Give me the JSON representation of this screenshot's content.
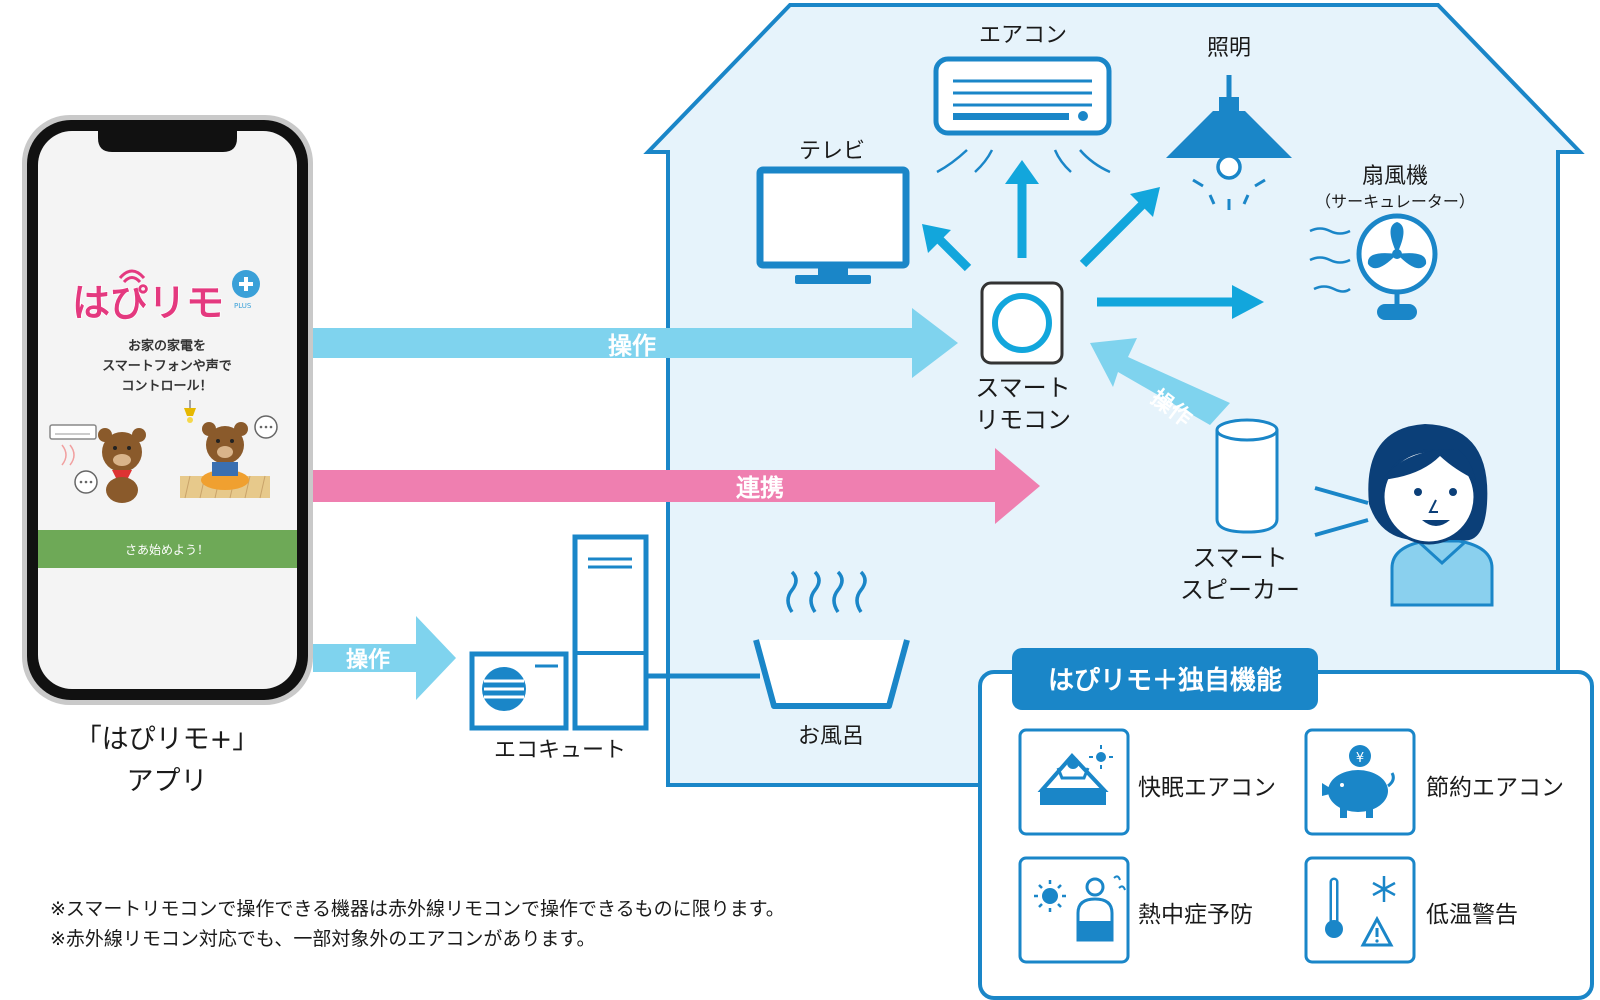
{
  "app": {
    "logo_main": "はぴリモ",
    "logo_plus_tag": "PLUS",
    "tagline": [
      "お家の家電を",
      "スマートフォンや声で",
      "コントロール！"
    ],
    "start_button": "さあ始めよう！",
    "caption_line1": "「はぴリモ+」",
    "caption_line2": "アプリ"
  },
  "arrows": {
    "operate_top": "操作",
    "link": "連携",
    "operate_bottom": "操作",
    "operate_speaker": "操作"
  },
  "devices": {
    "aircon": "エアコン",
    "light": "照明",
    "tv": "テレビ",
    "fan": "扇風機",
    "fan_sub": "（サーキュレーター）",
    "remote_line1": "スマート",
    "remote_line2": "リモコン",
    "speaker_line1": "スマート",
    "speaker_line2": "スピーカー",
    "ecocute": "エコキュート",
    "bath": "お風呂"
  },
  "features": {
    "title": "はぴリモ＋独自機能",
    "items": [
      {
        "label": "快眠エアコン",
        "icon": "sleep-icon"
      },
      {
        "label": "節約エアコン",
        "icon": "piggy-bank-icon"
      },
      {
        "label": "熱中症予防",
        "icon": "heatstroke-icon"
      },
      {
        "label": "低温警告",
        "icon": "low-temp-warning-icon"
      }
    ]
  },
  "notes": [
    "※スマートリモコンで操作できる機器は赤外線リモコンで操作できるものに限ります。",
    "※赤外線リモコン対応でも、一部対象外のエアコンがあります。"
  ],
  "colors": {
    "blue": "#1a86c8",
    "house_fill": "#e6f3fb",
    "light_blue_arrow": "#7fd3ee",
    "pink_arrow": "#ef7fb0",
    "arrow_blue": "#12a6dc",
    "green": "#6ea957",
    "logo_pink": "#e4397f",
    "logo_blue": "#3aa0d8"
  }
}
